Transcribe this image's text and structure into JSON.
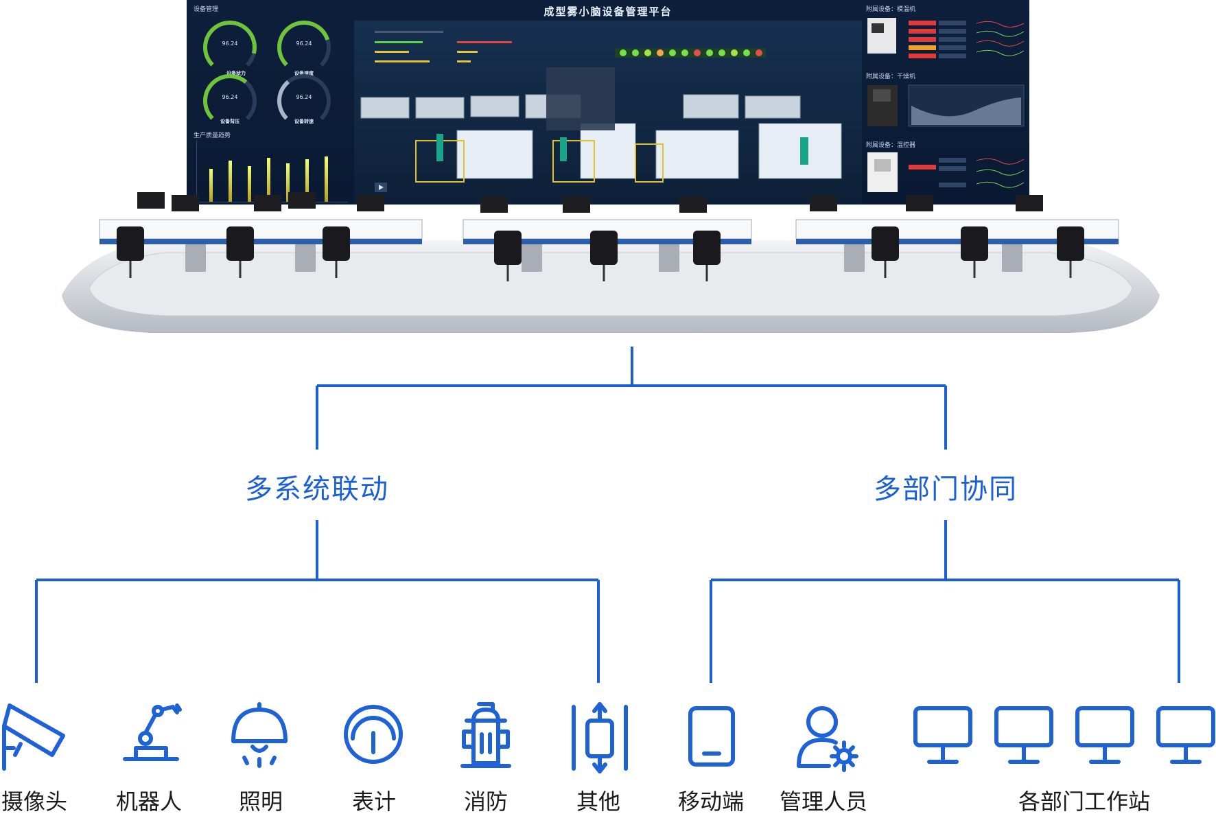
{
  "screen": {
    "title": "成型雾小脑设备管理平台",
    "left_header": "设备管理",
    "gauges": [
      {
        "value": "96.24",
        "caption": "设备状力"
      },
      {
        "value": "96.24",
        "caption": "设备速度"
      },
      {
        "value": "96.24",
        "caption": "设备背压"
      },
      {
        "value": "96.24",
        "caption": "设备转速"
      }
    ],
    "chart_header": "生产质量趋势",
    "right_headers": [
      "附属设备：模温机",
      "附属设备：干燥机",
      "附属设备：温控器"
    ],
    "bar_values": [
      0.6,
      0.75,
      0.65,
      0.8,
      0.7,
      0.78,
      0.82
    ]
  },
  "root_hub": "",
  "branches": [
    {
      "label": "多系统联动",
      "leaves": [
        {
          "label": "摄像头",
          "icon": "camera-icon"
        },
        {
          "label": "机器人",
          "icon": "robot-arm-icon"
        },
        {
          "label": "照明",
          "icon": "lamp-icon"
        },
        {
          "label": "表计",
          "icon": "meter-icon"
        },
        {
          "label": "消防",
          "icon": "fire-hydrant-icon"
        },
        {
          "label": "其他",
          "icon": "elevator-icon"
        }
      ]
    },
    {
      "label": "多部门协同",
      "leaves": [
        {
          "label": "移动端",
          "icon": "mobile-icon"
        },
        {
          "label": "管理人员",
          "icon": "manager-icon"
        },
        {
          "label": "各部门工作站",
          "icon": "monitor-icon"
        }
      ]
    }
  ],
  "colors": {
    "line": "#1a5fd6",
    "icon": "#1f62d8",
    "text": "#1a1a1a"
  }
}
